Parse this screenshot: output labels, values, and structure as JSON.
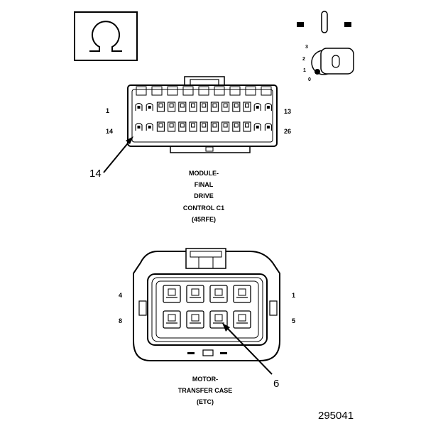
{
  "top_connector": {
    "pin_start_top": "1",
    "pin_end_top": "13",
    "pin_start_bottom": "14",
    "pin_end_bottom": "26",
    "callout": "14",
    "title_lines": [
      "MODULE-",
      "FINAL",
      "DRIVE",
      "CONTROL C1",
      "(45RFE)"
    ]
  },
  "bottom_connector": {
    "pin_top_left": "4",
    "pin_top_right": "1",
    "pin_bottom_left": "8",
    "pin_bottom_right": "5",
    "callout": "6",
    "title_lines": [
      "MOTOR-",
      "TRANSFER CASE",
      "(ETC)"
    ]
  },
  "ignition_key": {
    "positions": [
      "3",
      "2",
      "1",
      "0"
    ]
  },
  "figure_number": "295041",
  "icons": [
    "ohm-symbol-icon",
    "ignition-switch-icon",
    "ignition-key-icon"
  ]
}
